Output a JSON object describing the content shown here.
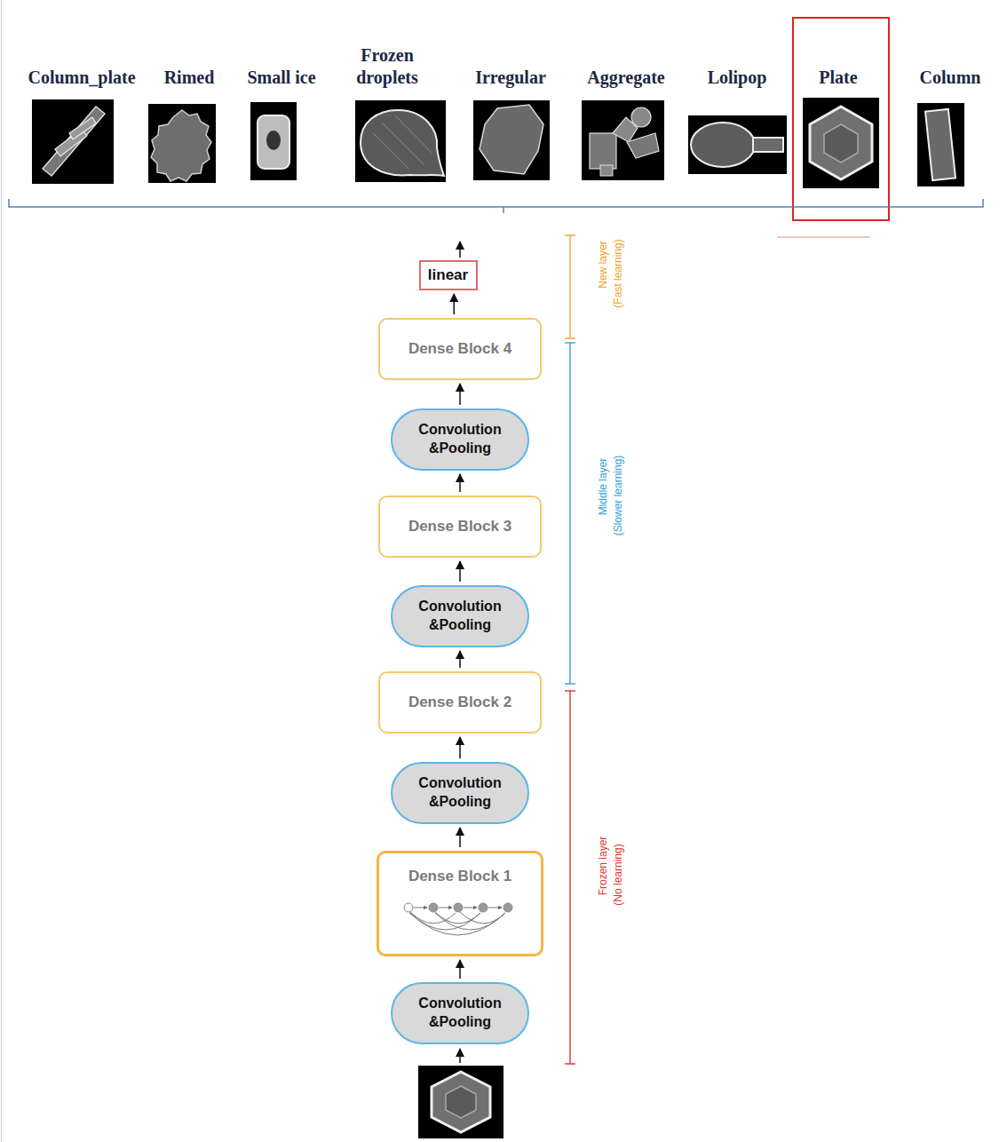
{
  "diagram": {
    "nodes": [
      {
        "text": [
          "linear"
        ]
      },
      {
        "text": [
          "Dense Block 4"
        ]
      },
      {
        "text": [
          "Convolution &Pooling"
        ]
      },
      {
        "text": [
          "Dense Block 3"
        ]
      },
      {
        "text": [
          "Convolution &Pooling"
        ]
      },
      {
        "text": [
          "Dense Block 2"
        ]
      },
      {
        "text": [
          "Convolution &Pooling"
        ]
      },
      {
        "text": [
          "Dense Block 1"
        ]
      },
      {
        "text": [
          "Convolution &Pooling"
        ]
      }
    ],
    "edges": [
      {
        "from": 8,
        "to": 7,
        "arrow": "to"
      },
      {
        "from": 7,
        "to": 6,
        "arrow": "to"
      },
      {
        "from": 6,
        "to": 5,
        "arrow": "to"
      },
      {
        "from": 5,
        "to": 4,
        "arrow": "to"
      },
      {
        "from": 4,
        "to": 3,
        "arrow": "to"
      },
      {
        "from": 3,
        "to": 2,
        "arrow": "to"
      },
      {
        "from": 2,
        "to": 1,
        "arrow": "to"
      },
      {
        "from": 1,
        "to": 0,
        "arrow": "to"
      }
    ],
    "labels": [
      "Column_plate",
      "Rimed",
      "Small ice",
      "Frozen droplets",
      "Irregular",
      "Aggregate",
      "Lolipop",
      "Plate",
      "Column",
      "New layer",
      "(Fast learning)",
      "Middle layer",
      "(Slower learning)",
      "Frozen layer",
      "(No learning)"
    ]
  }
}
